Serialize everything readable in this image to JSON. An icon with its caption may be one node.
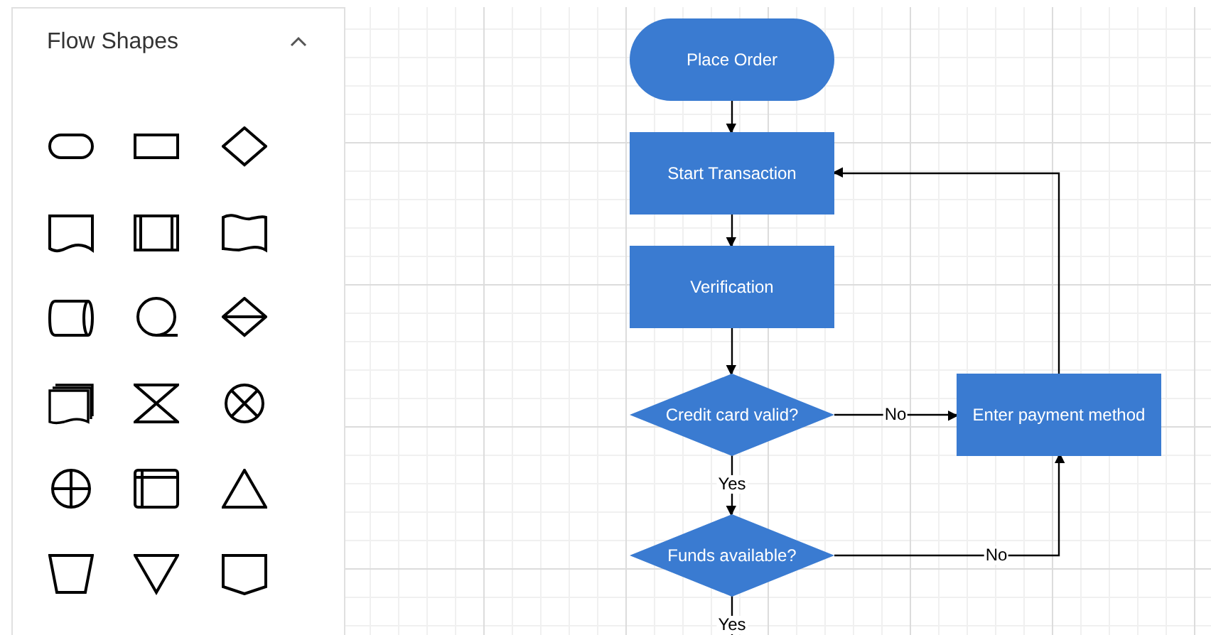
{
  "diagram": {
    "nodes": [
      {
        "text": [
          "Place Order"
        ]
      },
      {
        "text": [
          "Start Transaction"
        ]
      },
      {
        "text": [
          "Verification"
        ]
      },
      {
        "text": [
          "Credit card valid?"
        ]
      },
      {
        "text": [
          "Enter payment method"
        ]
      },
      {
        "text": [
          "Funds available?"
        ]
      }
    ],
    "edges": [
      {
        "from": 0,
        "to": 1,
        "arrow": "to"
      },
      {
        "from": 1,
        "to": 2,
        "arrow": "to"
      },
      {
        "from": 2,
        "to": 3,
        "arrow": "to"
      },
      {
        "from": 3,
        "to": 4,
        "arrow": "to",
        "label": "No"
      },
      {
        "from": 3,
        "to": 5,
        "arrow": "to",
        "label": "Yes"
      },
      {
        "from": 5,
        "to": 4,
        "arrow": "to",
        "label": "No"
      },
      {
        "from": 4,
        "to": 1,
        "arrow": "to"
      },
      {
        "from": 5,
        "to": null,
        "arrow": "none",
        "label": "Yes"
      }
    ],
    "labels": [
      "Flow Shapes"
    ]
  }
}
